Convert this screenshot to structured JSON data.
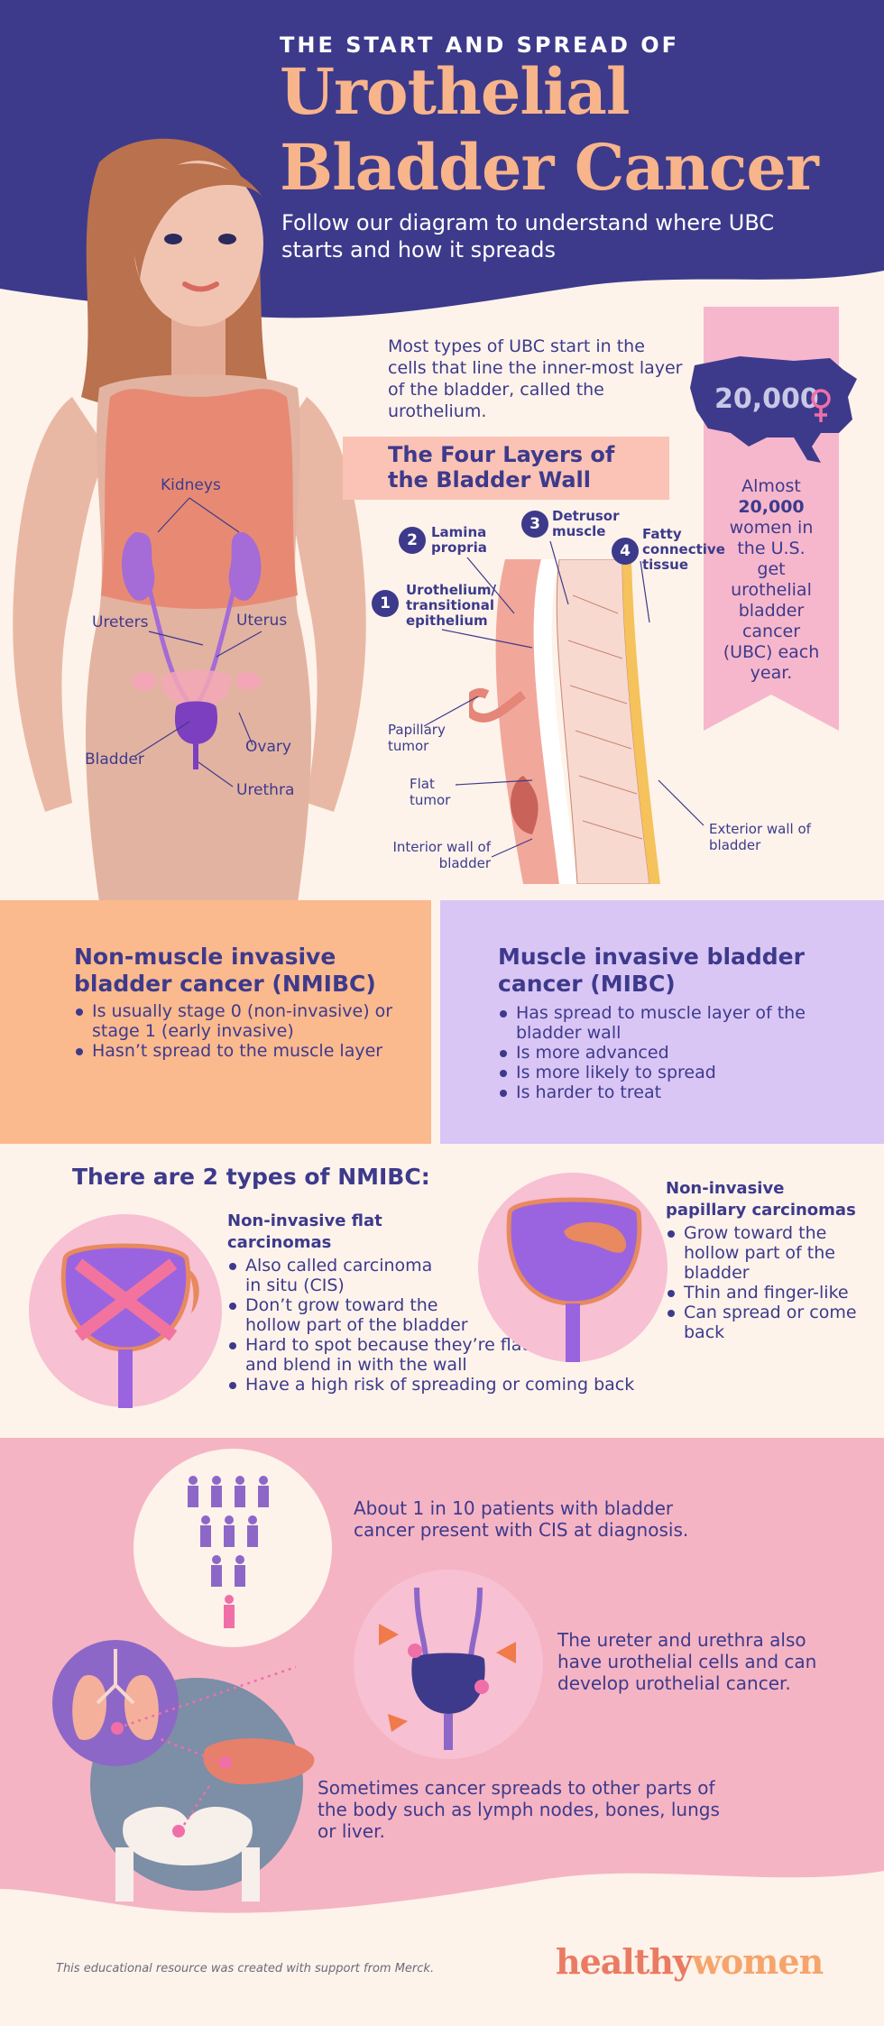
{
  "header": {
    "kicker": "THE START AND SPREAD OF",
    "title_line1": "Urothelial",
    "title_line2": "Bladder Cancer",
    "subtitle": "Follow our diagram to understand where UBC starts and how it spreads"
  },
  "intro": "Most types of UBC start in the cells that line the inner-most layer of the bladder, called the urothelium.",
  "layers": {
    "title": "The Four Layers of the Bladder Wall",
    "items": [
      {
        "num": "1",
        "label": "Urothelium/ transitional epithelium"
      },
      {
        "num": "2",
        "label": "Lamina propria"
      },
      {
        "num": "3",
        "label": "Detrusor muscle"
      },
      {
        "num": "4",
        "label": "Fatty connective tissue"
      }
    ],
    "callouts": {
      "papillary": "Papillary tumor",
      "flat": "Flat tumor",
      "interior": "Interior wall of bladder",
      "exterior": "Exterior wall of bladder"
    }
  },
  "stat": {
    "big": "20,000",
    "pre": "Almost",
    "number": "20,000",
    "post": "women in the U.S. get urothelial bladder cancer (UBC) each year."
  },
  "anatomy": {
    "kidneys": "Kidneys",
    "ureters": "Ureters",
    "uterus": "Uterus",
    "bladder": "Bladder",
    "ovary": "Ovary",
    "urethra": "Urethra"
  },
  "nmibc": {
    "title": "Non-muscle invasive bladder cancer (NMIBC)",
    "bullets": [
      "Is usually stage 0 (non-invasive) or stage 1 (early invasive)",
      "Hasn’t spread to the muscle layer"
    ]
  },
  "mibc": {
    "title": "Muscle invasive bladder cancer (MIBC)",
    "bullets": [
      "Has spread to muscle layer of the bladder wall",
      "Is more advanced",
      "Is more likely to spread",
      "Is harder to treat"
    ]
  },
  "types": {
    "title": "There are 2 types of NMIBC:",
    "flat": {
      "title": "Non-invasive flat carcinomas",
      "bullets": [
        "Also called carcinoma in situ (CIS)",
        "Don’t grow toward the hollow part of the bladder",
        "Hard to spot because they’re flat and blend in with the wall",
        "Have a high risk of spreading or coming back"
      ]
    },
    "papillary": {
      "title": "Non-invasive papillary carcinomas",
      "bullets": [
        "Grow toward the hollow part of the bladder",
        "Thin and finger-like",
        "Can spread or come back"
      ]
    }
  },
  "spread": {
    "cis": "About 1 in 10 patients with bladder cancer present with CIS at diagnosis.",
    "ureter": "The ureter and urethra also have urothelial cells and can develop urothelial cancer.",
    "other": "Sometimes cancer spreads to other parts of the body such as lymph nodes, bones, lungs or liver."
  },
  "footer": {
    "note": "This educational resource was created with support from Merck.",
    "brand_part1": "healthy",
    "brand_part2": "women"
  },
  "colors": {
    "navy": "#3d3a8c",
    "peach": "#f8b48a",
    "cream": "#fdf3ea",
    "orange_panel": "#fbb98e",
    "lavender_panel": "#d9c6f5",
    "pink_section": "#f5b4c4",
    "ribbon": "#f6b7cc"
  }
}
